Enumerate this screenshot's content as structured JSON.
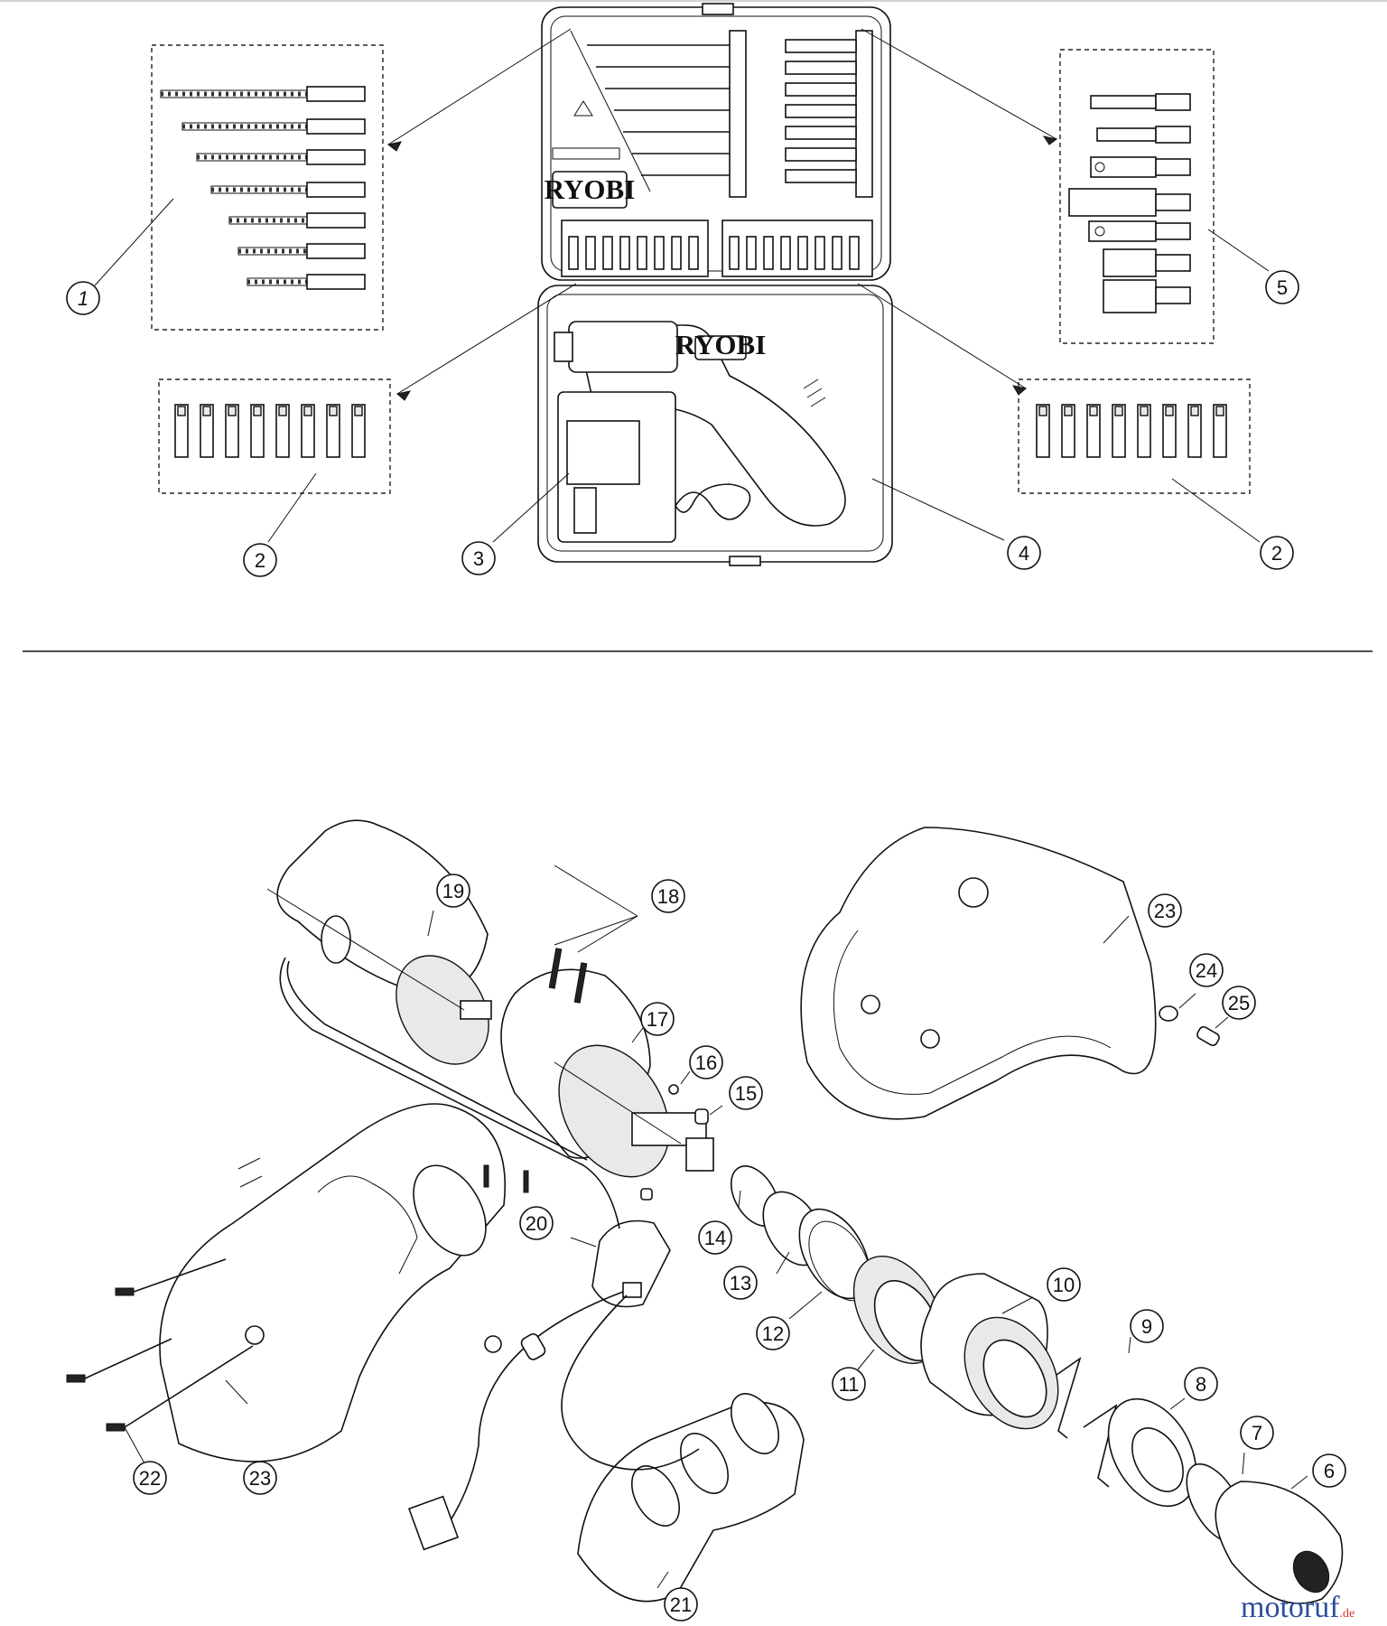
{
  "callouts": [
    {
      "id": "c1",
      "label": "1"
    },
    {
      "id": "c2a",
      "label": "2"
    },
    {
      "id": "c3",
      "label": "3"
    },
    {
      "id": "c4",
      "label": "4"
    },
    {
      "id": "c2b",
      "label": "2"
    },
    {
      "id": "c5",
      "label": "5"
    },
    {
      "id": "c6",
      "label": "6"
    },
    {
      "id": "c7",
      "label": "7"
    },
    {
      "id": "c8",
      "label": "8"
    },
    {
      "id": "c9",
      "label": "9"
    },
    {
      "id": "c10",
      "label": "10"
    },
    {
      "id": "c11",
      "label": "11"
    },
    {
      "id": "c12",
      "label": "12"
    },
    {
      "id": "c13",
      "label": "13"
    },
    {
      "id": "c14",
      "label": "14"
    },
    {
      "id": "c15",
      "label": "15"
    },
    {
      "id": "c16",
      "label": "16"
    },
    {
      "id": "c17",
      "label": "17"
    },
    {
      "id": "c18",
      "label": "18"
    },
    {
      "id": "c19",
      "label": "19"
    },
    {
      "id": "c20",
      "label": "20"
    },
    {
      "id": "c21",
      "label": "21"
    },
    {
      "id": "c22",
      "label": "22"
    },
    {
      "id": "c23a",
      "label": "23"
    },
    {
      "id": "c23b",
      "label": "23"
    },
    {
      "id": "c24",
      "label": "24"
    },
    {
      "id": "c25",
      "label": "25"
    }
  ],
  "brand_labels": {
    "case_lid": "RYOBI",
    "drill_body": "RYOBI"
  },
  "watermark": {
    "main": "motoruf",
    "suffix": ".de",
    "main_color": "#2c4f9e",
    "suffix_color": "#d23a2a"
  }
}
